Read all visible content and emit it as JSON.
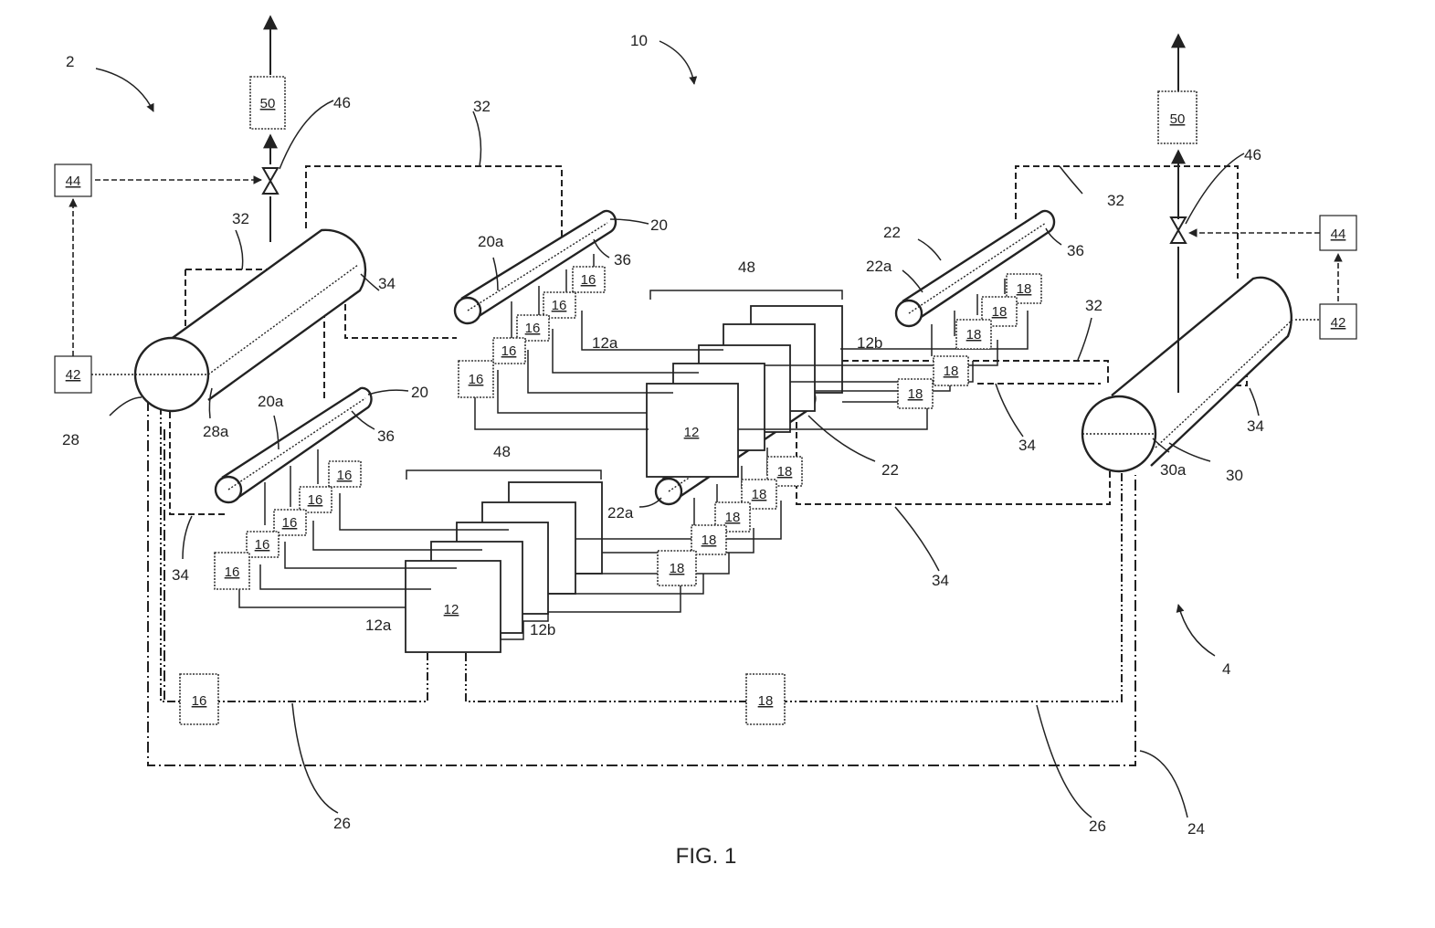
{
  "figure": {
    "caption": "FIG. 1"
  },
  "refs": {
    "r2": "2",
    "r10": "10",
    "r4": "4",
    "r32a": "32",
    "r32b": "32",
    "r32c": "32",
    "r32d": "32",
    "r46a": "46",
    "r46b": "46",
    "r20a_top": "20",
    "r20a_bot": "20",
    "r20a_lbl_top": "20a",
    "r20a_lbl_bot": "20a",
    "r22_top": "22",
    "r22_bot": "22",
    "r22a_top": "22a",
    "r22a_bot": "22a",
    "r36a": "36",
    "r36b": "36",
    "r36c": "36",
    "r48a": "48",
    "r48b": "48",
    "r34a": "34",
    "r34b": "34",
    "r34c": "34",
    "r34d": "34",
    "r34e": "34",
    "r28": "28",
    "r28a": "28a",
    "r30": "30",
    "r30a": "30a",
    "r12a_top": "12a",
    "r12b_top": "12b",
    "r12a_bot": "12a",
    "r12b_bot": "12b",
    "r26a": "26",
    "r26b": "26",
    "r24": "24"
  },
  "boxes": {
    "b50": "50",
    "b44": "44",
    "b42": "42",
    "b16": "16",
    "b18": "18",
    "b12": "12"
  }
}
